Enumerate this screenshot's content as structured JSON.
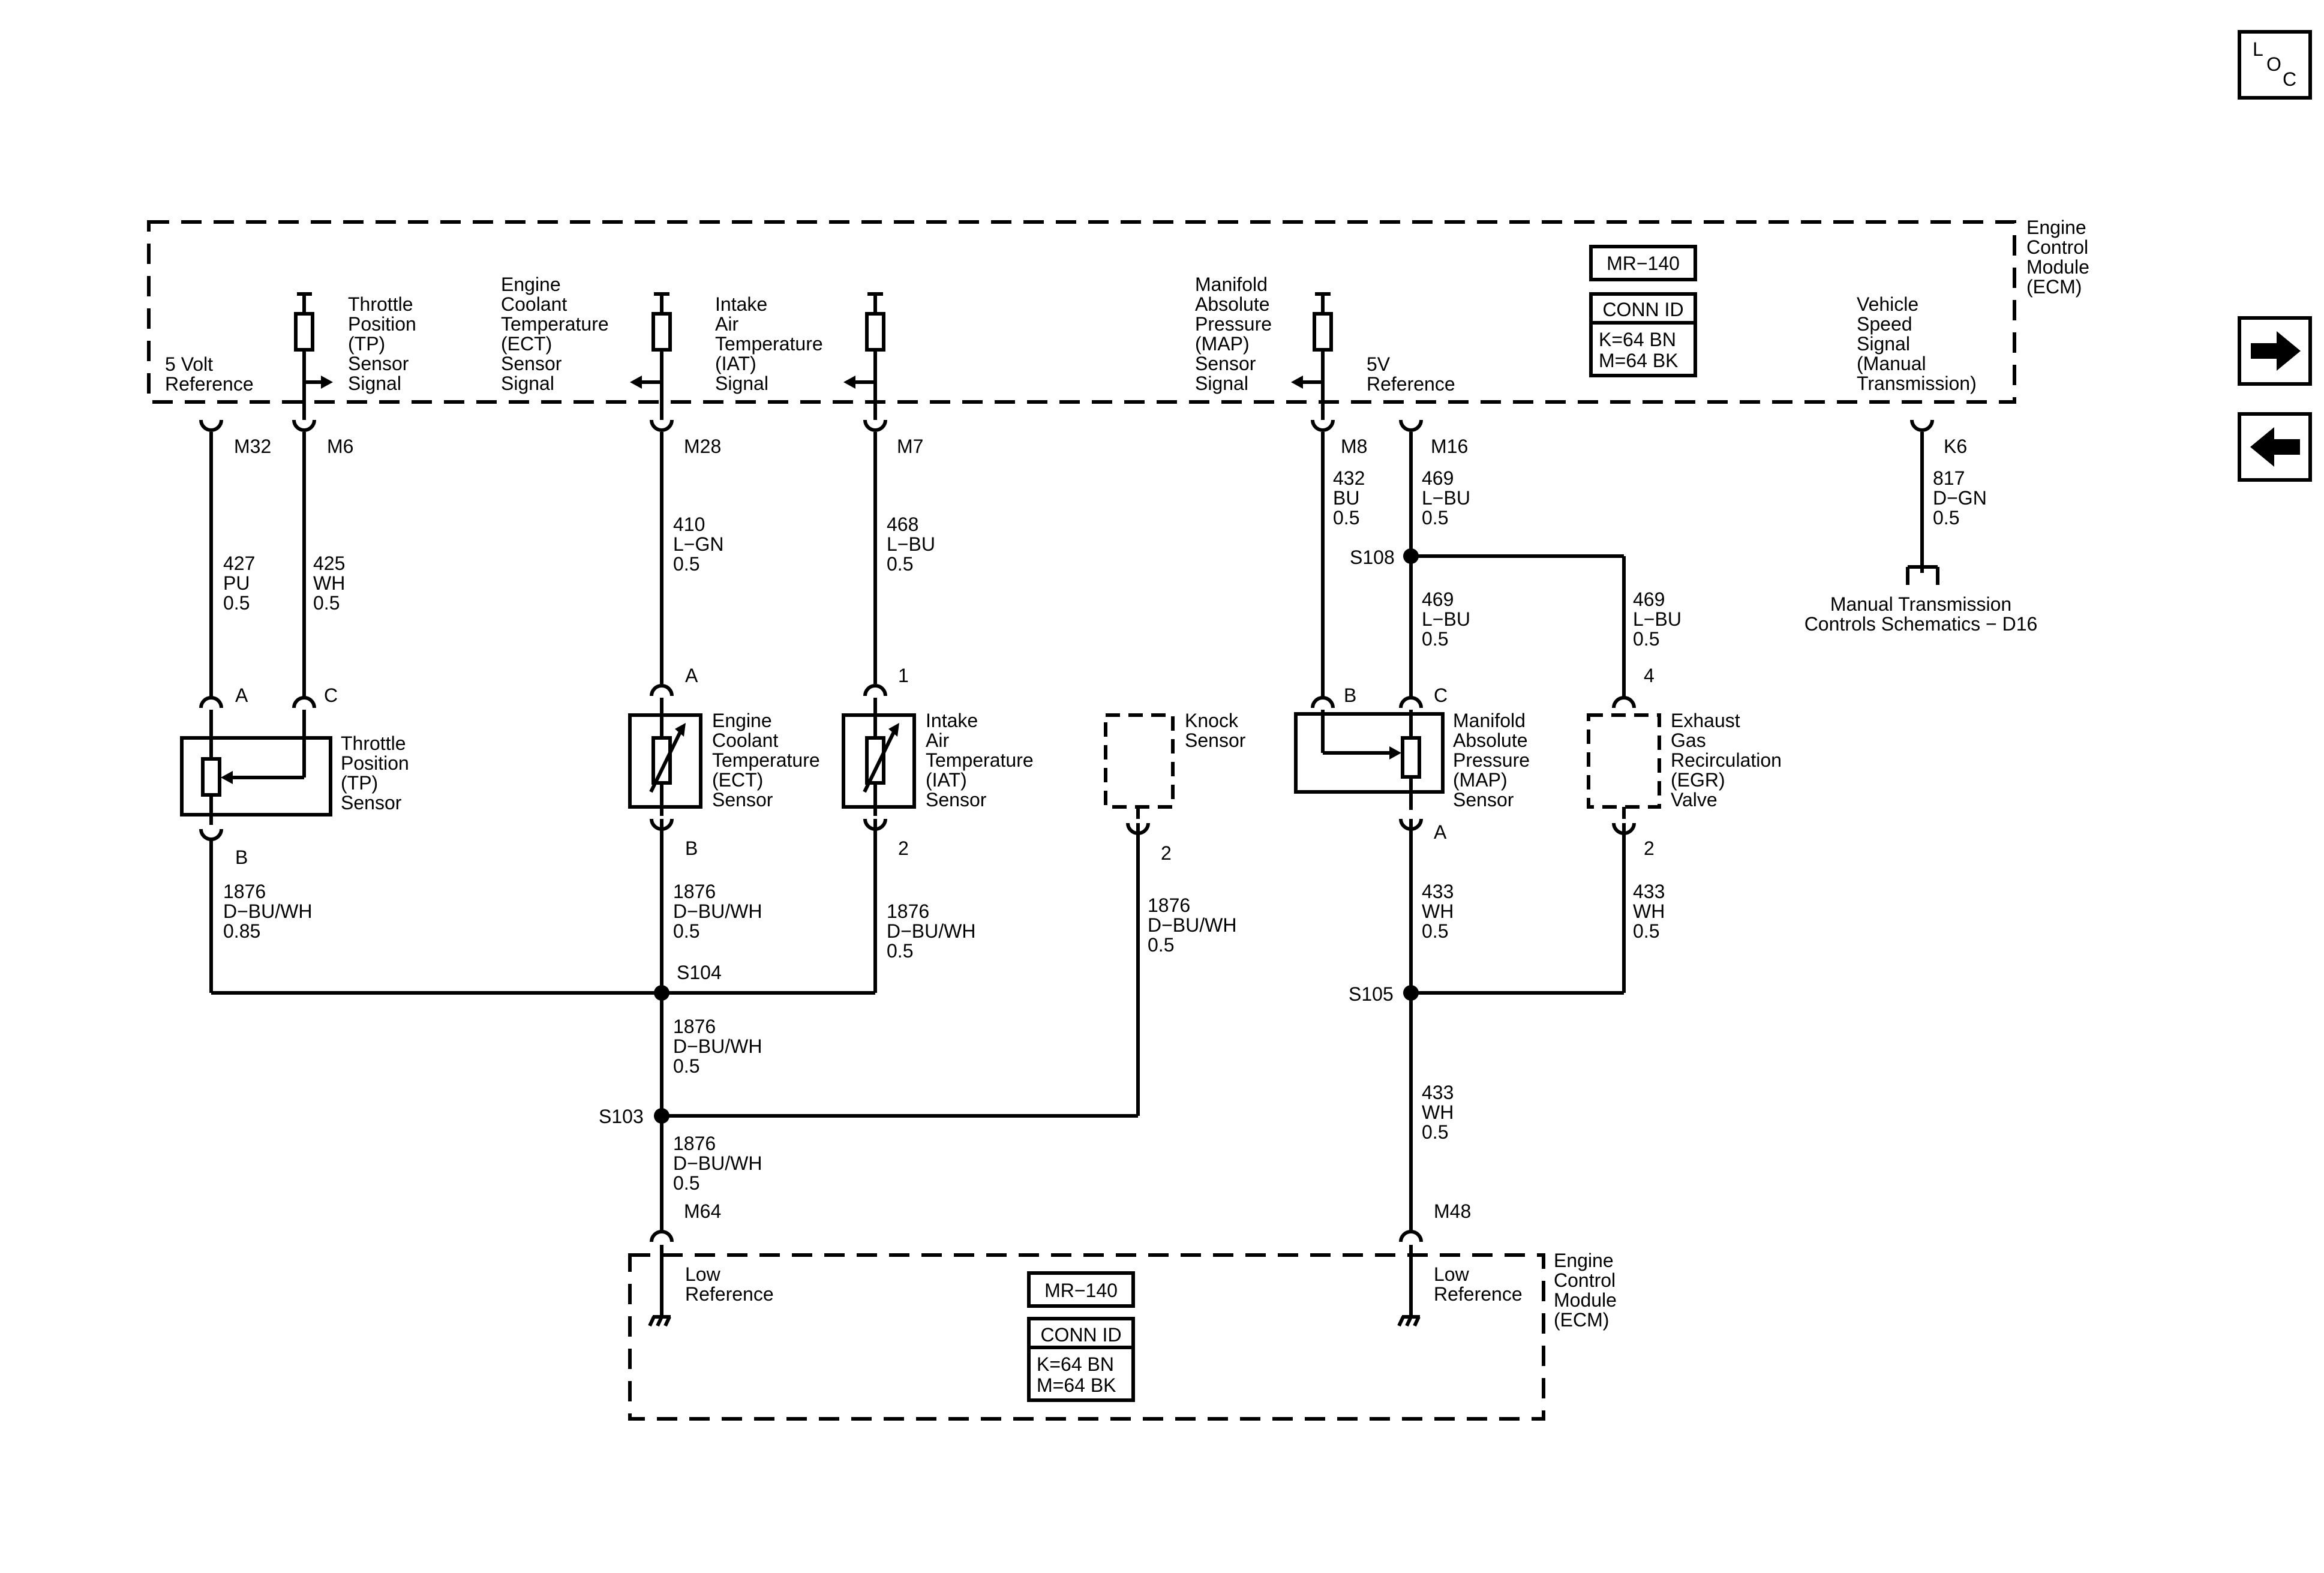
{
  "ecm_top": {
    "module_label": [
      "Engine",
      "Control",
      "Module",
      "(ECM)"
    ],
    "mr_label": "MR−140",
    "conn_title": "CONN ID",
    "conn_k": "K=64 BN",
    "conn_m": "M=64 BK",
    "ref5v_left": [
      "5 Volt",
      "Reference"
    ],
    "tp_signal": [
      "Throttle",
      "Position",
      "(TP)",
      "Sensor",
      "Signal"
    ],
    "ect_signal": [
      "Engine",
      "Coolant",
      "Temperature",
      "(ECT)",
      "Sensor",
      "Signal"
    ],
    "iat_signal": [
      "Intake",
      "Air",
      "Temperature",
      "(IAT)",
      "Signal"
    ],
    "map_signal": [
      "Manifold",
      "Absolute",
      "Pressure",
      "(MAP)",
      "Sensor",
      "Signal"
    ],
    "ref5v_right": [
      "5V",
      "Reference"
    ],
    "vss_signal": [
      "Vehicle",
      "Speed",
      "Signal",
      "(Manual",
      "Transmission)"
    ]
  },
  "pins_top": {
    "m32": "M32",
    "m6": "M6",
    "m28": "M28",
    "m7": "M7",
    "m8": "M8",
    "m16": "M16",
    "k6": "K6"
  },
  "wires": {
    "w427": [
      "427",
      "PU",
      "0.5"
    ],
    "w425": [
      "425",
      "WH",
      "0.5"
    ],
    "w410": [
      "410",
      "L−GN",
      "0.5"
    ],
    "w468": [
      "468",
      "L−BU",
      "0.5"
    ],
    "w432": [
      "432",
      "BU",
      "0.5"
    ],
    "w469a": [
      "469",
      "L−BU",
      "0.5"
    ],
    "w469b": [
      "469",
      "L−BU",
      "0.5"
    ],
    "w469c": [
      "469",
      "L−BU",
      "0.5"
    ],
    "w817": [
      "817",
      "D−GN",
      "0.5"
    ],
    "w1876_tp": [
      "1876",
      "D−BU/WH",
      "0.85"
    ],
    "w1876_ect": [
      "1876",
      "D−BU/WH",
      "0.5"
    ],
    "w1876_iat": [
      "1876",
      "D−BU/WH",
      "0.5"
    ],
    "w1876_knock": [
      "1876",
      "D−BU/WH",
      "0.5"
    ],
    "w1876_mid": [
      "1876",
      "D−BU/WH",
      "0.5"
    ],
    "w1876_low": [
      "1876",
      "D−BU/WH",
      "0.5"
    ],
    "w433_map": [
      "433",
      "WH",
      "0.5"
    ],
    "w433_egr": [
      "433",
      "WH",
      "0.5"
    ],
    "w433_low": [
      "433",
      "WH",
      "0.5"
    ]
  },
  "splices": {
    "s108": "S108",
    "s104": "S104",
    "s103": "S103",
    "s105": "S105"
  },
  "sensors": {
    "tp": {
      "label": [
        "Throttle",
        "Position",
        "(TP)",
        "Sensor"
      ],
      "pin_a": "A",
      "pin_c": "C",
      "pin_b": "B"
    },
    "ect": {
      "label": [
        "Engine",
        "Coolant",
        "Temperature",
        "(ECT)",
        "Sensor"
      ],
      "pin_top": "A",
      "pin_bot": "B"
    },
    "iat": {
      "label": [
        "Intake",
        "Air",
        "Temperature",
        "(IAT)",
        "Sensor"
      ],
      "pin_top": "1",
      "pin_bot": "2"
    },
    "knock": {
      "label": [
        "Knock",
        "Sensor"
      ],
      "pin_bot": "2"
    },
    "map": {
      "label": [
        "Manifold",
        "Absolute",
        "Pressure",
        "(MAP)",
        "Sensor"
      ],
      "pin_b": "B",
      "pin_c": "C",
      "pin_a": "A"
    },
    "egr": {
      "label": [
        "Exhaust",
        "Gas",
        "Recirculation",
        "(EGR)",
        "Valve"
      ],
      "pin_top": "4",
      "pin_bot": "2"
    }
  },
  "manual_trans": [
    "Manual Transmission",
    "Controls Schematics − D16"
  ],
  "ecm_bottom": {
    "module_label": [
      "Engine",
      "Control",
      "Module",
      "(ECM)"
    ],
    "mr_label": "MR−140",
    "conn_title": "CONN ID",
    "conn_k": "K=64 BN",
    "conn_m": "M=64 BK",
    "low_ref_left": [
      "Low",
      "Reference"
    ],
    "low_ref_right": [
      "Low",
      "Reference"
    ],
    "pin_m64": "M64",
    "pin_m48": "M48"
  },
  "nav": {
    "loc_letters": [
      "L",
      "O",
      "C"
    ],
    "next_icon": "arrow-right-icon",
    "prev_icon": "arrow-left-icon"
  }
}
